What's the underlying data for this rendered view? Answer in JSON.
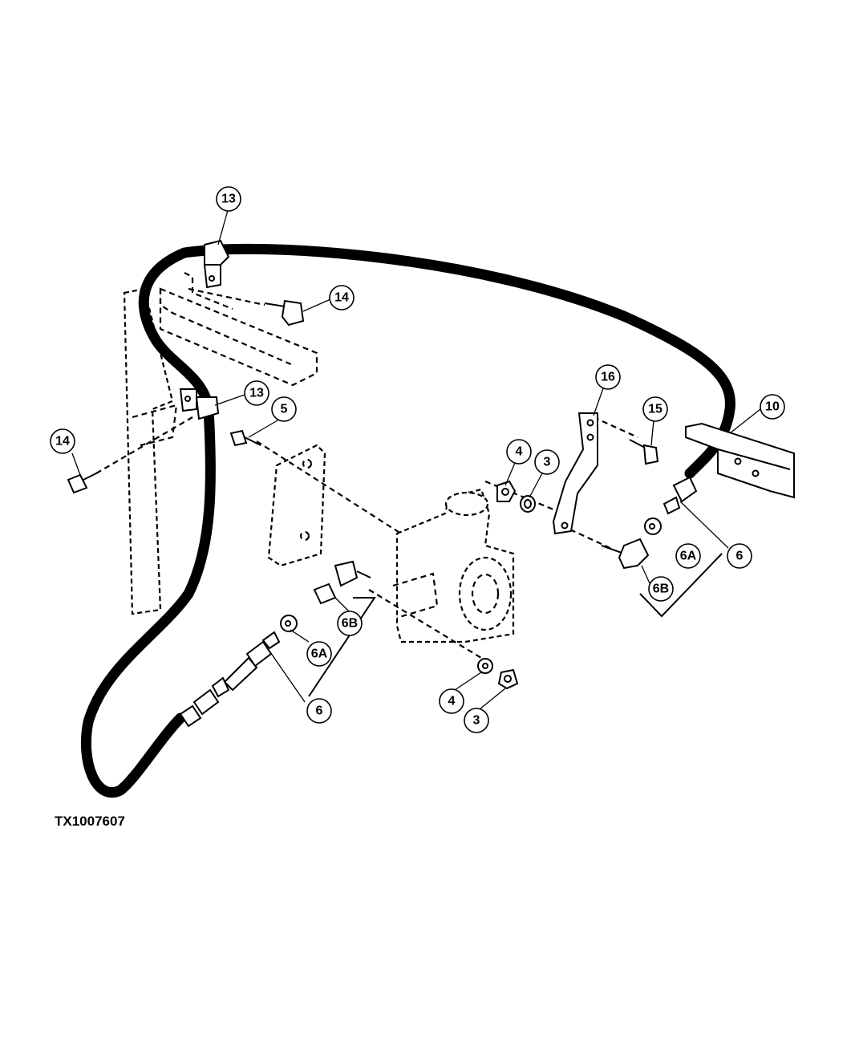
{
  "figure": {
    "id": "TX1007607"
  },
  "callouts": [
    {
      "key": "c13a",
      "label": "13"
    },
    {
      "key": "c14a",
      "label": "14"
    },
    {
      "key": "c13b",
      "label": "13"
    },
    {
      "key": "c5",
      "label": "5"
    },
    {
      "key": "c14b",
      "label": "14"
    },
    {
      "key": "c16",
      "label": "16"
    },
    {
      "key": "c15",
      "label": "15"
    },
    {
      "key": "c10",
      "label": "10"
    },
    {
      "key": "c4a",
      "label": "4"
    },
    {
      "key": "c3a",
      "label": "3"
    },
    {
      "key": "c6a_right",
      "label": "6A"
    },
    {
      "key": "c6_right",
      "label": "6"
    },
    {
      "key": "c6b_right",
      "label": "6B"
    },
    {
      "key": "c6b_left",
      "label": "6B"
    },
    {
      "key": "c6a_left",
      "label": "6A"
    },
    {
      "key": "c6_left",
      "label": "6"
    },
    {
      "key": "c4b",
      "label": "4"
    },
    {
      "key": "c3b",
      "label": "3"
    }
  ]
}
